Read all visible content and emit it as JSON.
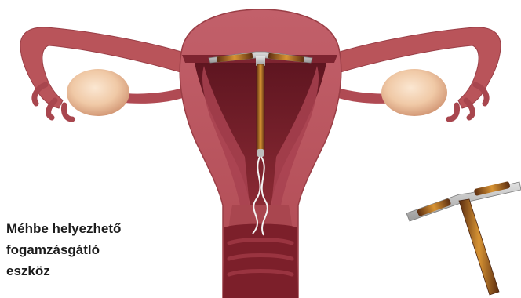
{
  "caption": {
    "line1": "Méhbe helyezhető",
    "line2": "fogamzásgátló",
    "line3": "eszköz"
  },
  "colors": {
    "background": "#ffffff",
    "uterus_tissue": "#b9545a",
    "uterus_dark": "#8e2d36",
    "cavity": "#7a1e28",
    "ovary": "#f0c9a6",
    "device_frame": "#b8b8b8",
    "device_copper": "#c88428",
    "device_dark": "#4a2410",
    "thread": "#f4f4f4",
    "caption_text": "#1c1c1c"
  },
  "icons": {
    "illustration": "uterus-with-iud-illustration",
    "device": "iud-device-icon"
  }
}
